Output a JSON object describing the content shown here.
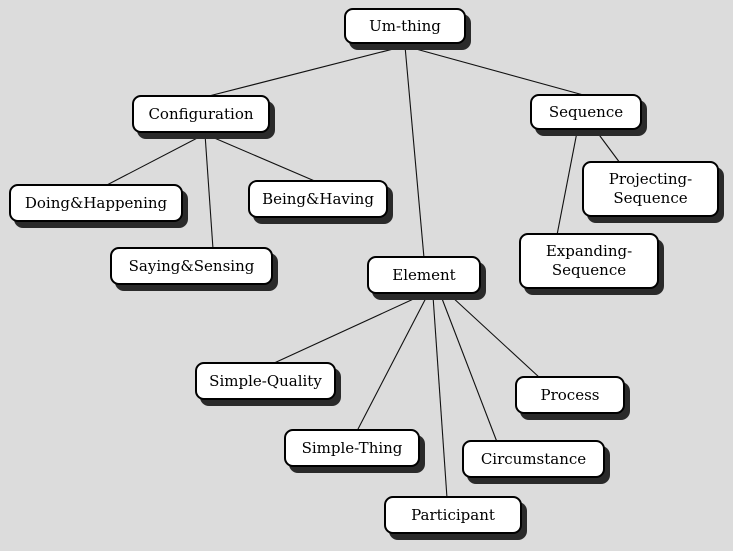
{
  "nodes": {
    "um_thing": "Um-thing",
    "configuration": "Configuration",
    "sequence": "Sequence",
    "doing_happening": "Doing&Happening",
    "being_having": "Being&Having",
    "saying_sensing": "Saying&Sensing",
    "element": "Element",
    "projecting_sequence": [
      "Projecting-",
      "Sequence"
    ],
    "expanding_sequence": [
      "Expanding-",
      "Sequence"
    ],
    "simple_quality": "Simple-Quality",
    "simple_thing": "Simple-Thing",
    "process": "Process",
    "circumstance": "Circumstance",
    "participant": "Participant"
  },
  "edges": [
    [
      "um_thing",
      "configuration"
    ],
    [
      "um_thing",
      "sequence"
    ],
    [
      "um_thing",
      "element"
    ],
    [
      "configuration",
      "doing_happening"
    ],
    [
      "configuration",
      "saying_sensing"
    ],
    [
      "configuration",
      "being_having"
    ],
    [
      "sequence",
      "projecting_sequence"
    ],
    [
      "sequence",
      "expanding_sequence"
    ],
    [
      "element",
      "simple_quality"
    ],
    [
      "element",
      "simple_thing"
    ],
    [
      "element",
      "participant"
    ],
    [
      "element",
      "circumstance"
    ],
    [
      "element",
      "process"
    ]
  ]
}
